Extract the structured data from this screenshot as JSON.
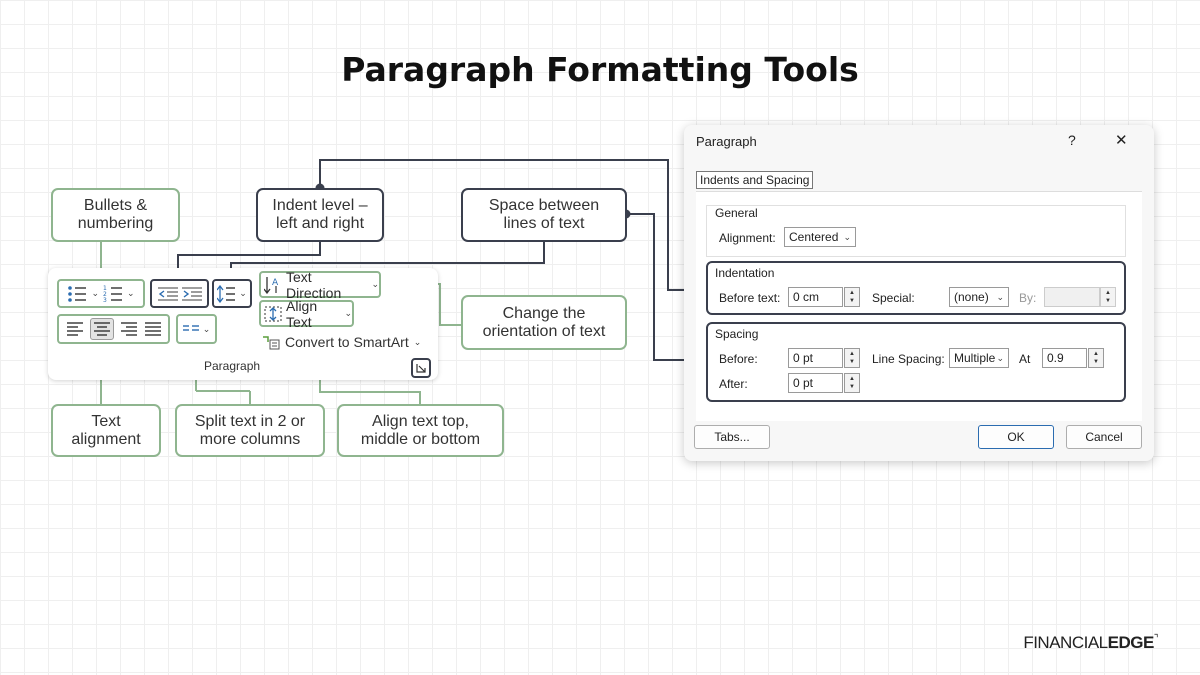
{
  "title": "Paragraph Formatting Tools",
  "callouts": {
    "bullets": "Bullets &\nnumbering",
    "indent": "Indent level –\nleft and right",
    "spacing": "Space between\nlines of text",
    "orientation": "Change the\norientation of text",
    "alignment": "Text\nalignment",
    "columns": "Split text in 2 or\nmore columns",
    "align_text": "Align text top,\nmiddle or bottom"
  },
  "ribbon": {
    "text_direction": "Text Direction",
    "align_text": "Align Text",
    "convert_smartart": "Convert to SmartArt",
    "group_label": "Paragraph",
    "icons": [
      "bullets-icon",
      "numbering-icon",
      "decrease-indent-icon",
      "increase-indent-icon",
      "line-spacing-icon",
      "align-left-icon",
      "align-center-icon",
      "align-right-icon",
      "justify-icon",
      "columns-icon",
      "text-direction-icon",
      "align-text-icon",
      "smartart-icon",
      "dialog-launcher-icon"
    ]
  },
  "dialog": {
    "title": "Paragraph",
    "help": "?",
    "close": "✕",
    "tab": "Indents and Spacing",
    "general_label": "General",
    "alignment_label": "Alignment:",
    "alignment_value": "Centered",
    "indentation_label": "Indentation",
    "before_text_label": "Before text:",
    "before_text_value": "0 cm",
    "special_label": "Special:",
    "special_value": "(none)",
    "by_label": "By:",
    "by_value": "",
    "spacing_label": "Spacing",
    "before_label": "Before:",
    "before_value": "0 pt",
    "after_label": "After:",
    "after_value": "0 pt",
    "line_spacing_label": "Line Spacing:",
    "line_spacing_value": "Multiple",
    "at_label": "At",
    "at_value": "0.9",
    "tabs_button": "Tabs...",
    "ok_button": "OK",
    "cancel_button": "Cancel"
  },
  "logo": {
    "part1": "FINANCIAL",
    "part2": "EDGE"
  },
  "colors": {
    "green_border": "#8fb58f",
    "dark_border": "#3a3f4d",
    "grid": "#efefef"
  }
}
